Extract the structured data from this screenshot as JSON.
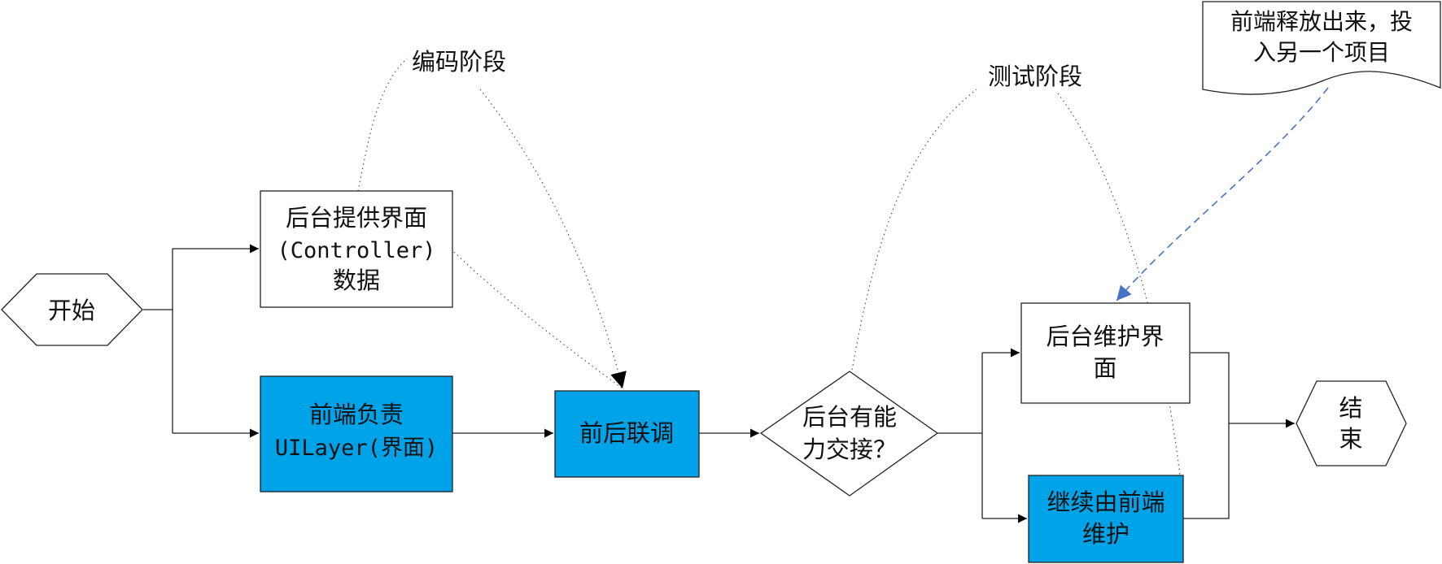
{
  "nodes": {
    "start": {
      "label": "开始"
    },
    "backend_ui_data": {
      "line1": "后台提供界面",
      "line2": "(Controller)",
      "line3": "数据"
    },
    "frontend_ui": {
      "line1": "前端负责",
      "line2": "UILayer(界面)"
    },
    "integration": {
      "label": "前后联调"
    },
    "decision": {
      "line1": "后台有能",
      "line2": "力交接？"
    },
    "backend_maintain": {
      "line1": "后台维护界",
      "line2": "面"
    },
    "frontend_maintain": {
      "line1": "继续由前端",
      "line2": "维护"
    },
    "end": {
      "line1": "结",
      "line2": "束"
    }
  },
  "annotations": {
    "coding_phase": "编码阶段",
    "testing_phase": "测试阶段",
    "note": {
      "line1": "前端释放出来，投",
      "line2": "入另一个项目"
    }
  },
  "colors": {
    "highlight_fill": "#00A2E8",
    "note_arrow": "#4472C4",
    "stroke": "#222222"
  }
}
